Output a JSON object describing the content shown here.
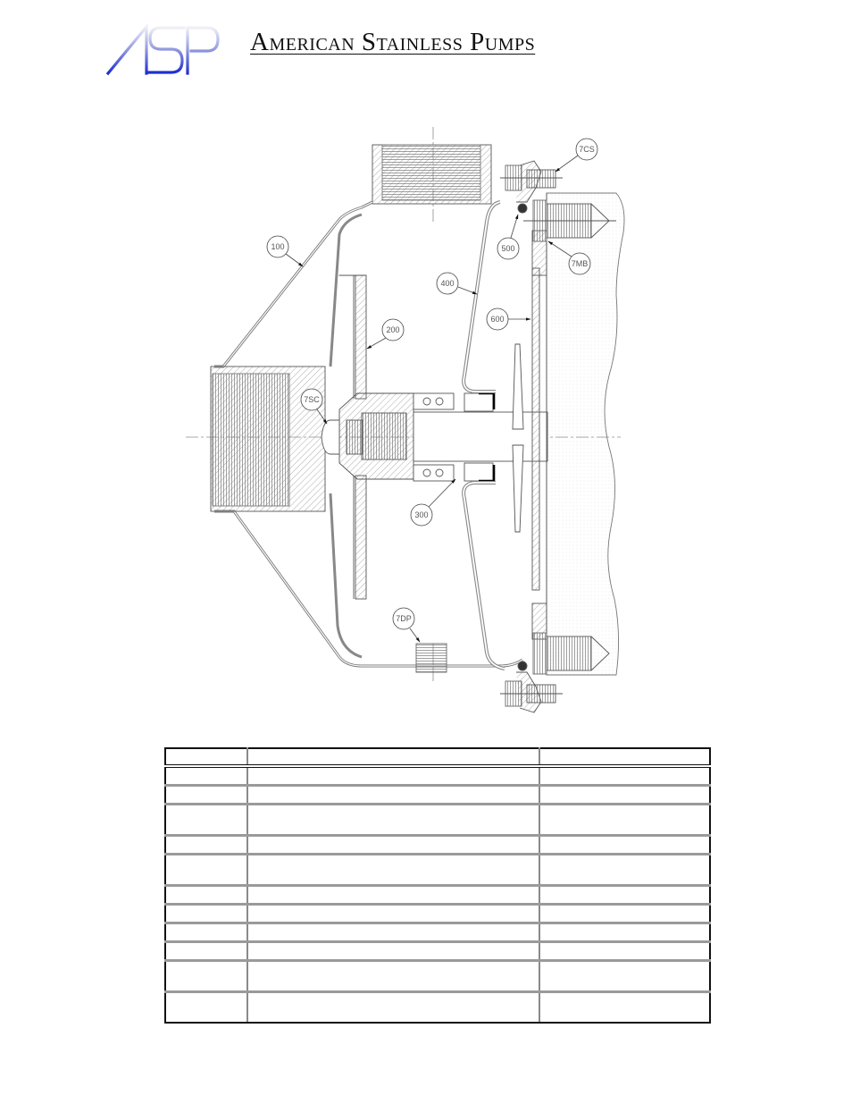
{
  "header": {
    "logo_text": "ASP",
    "logo_icon": "asp-logo-icon",
    "company_name": "American Stainless Pumps",
    "colors": {
      "logo_gradient_top": "#e8e8f4",
      "logo_gradient_bottom": "#1f2fd0",
      "title": "#111111"
    }
  },
  "drawing": {
    "description": "Pump cross-section assembly drawing",
    "callouts": [
      {
        "id": "100",
        "label": "100"
      },
      {
        "id": "200",
        "label": "200"
      },
      {
        "id": "300",
        "label": "300"
      },
      {
        "id": "400",
        "label": "400"
      },
      {
        "id": "500",
        "label": "500"
      },
      {
        "id": "600",
        "label": "600"
      },
      {
        "id": "7CS",
        "label": "7CS"
      },
      {
        "id": "7MB",
        "label": "7MB"
      },
      {
        "id": "7SC",
        "label": "7SC"
      },
      {
        "id": "7DP",
        "label": "7DP"
      }
    ]
  },
  "parts_table": {
    "headers": [
      "",
      "",
      ""
    ],
    "rows": [
      {
        "cells": [
          "",
          "",
          ""
        ],
        "tall": false
      },
      {
        "cells": [
          "",
          "",
          ""
        ],
        "tall": false
      },
      {
        "cells": [
          "",
          "",
          ""
        ],
        "tall": true
      },
      {
        "cells": [
          "",
          "",
          ""
        ],
        "tall": false
      },
      {
        "cells": [
          "",
          "",
          ""
        ],
        "tall": true
      },
      {
        "cells": [
          "",
          "",
          ""
        ],
        "tall": false
      },
      {
        "cells": [
          "",
          "",
          ""
        ],
        "tall": false
      },
      {
        "cells": [
          "",
          "",
          ""
        ],
        "tall": false
      },
      {
        "cells": [
          "",
          "",
          ""
        ],
        "tall": false
      },
      {
        "cells": [
          "",
          "",
          ""
        ],
        "tall": true
      },
      {
        "cells": [
          "",
          "",
          ""
        ],
        "tall": true
      }
    ]
  }
}
